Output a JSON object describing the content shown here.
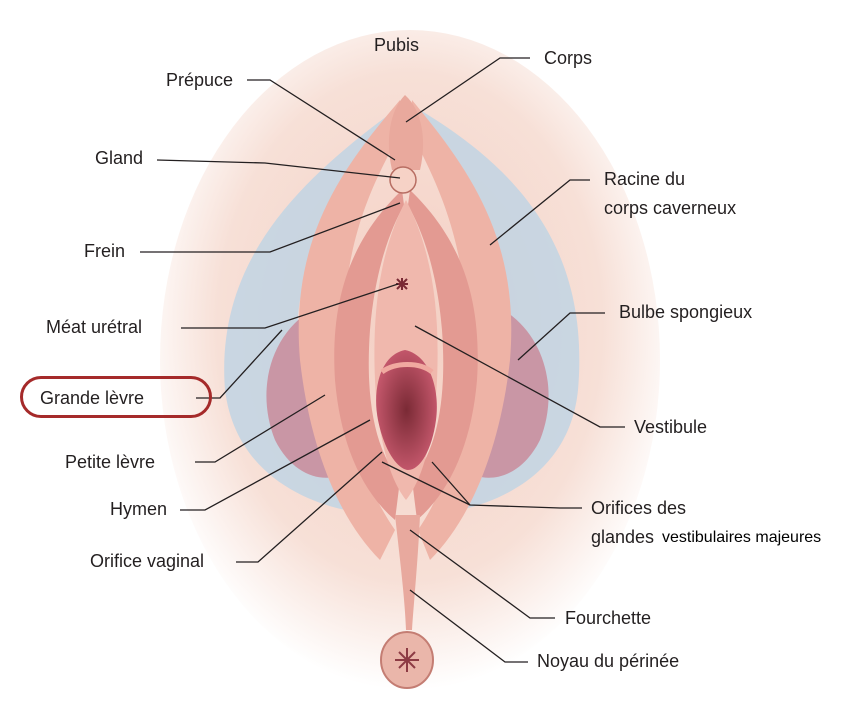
{
  "labels": {
    "pubis": "Pubis",
    "corps": "Corps",
    "prepuce": "Prépuce",
    "gland": "Gland",
    "racine_line1": "Racine du",
    "racine_line2": "corps caverneux",
    "frein": "Frein",
    "bulbe": "Bulbe spongieux",
    "meat": "Méat urétral",
    "grande_levre": "Grande lèvre",
    "vestibule": "Vestibule",
    "petite_levre": "Petite lèvre",
    "hymen": "Hymen",
    "orifices_line1": "Orifices des",
    "orifices_line2a": "glandes",
    "orifices_line2b": "vestibulaires majeures",
    "orifice_vaginal": "Orifice vaginal",
    "fourchette": "Fourchette",
    "noyau": "Noyau du périnée"
  },
  "colors": {
    "highlight": "#a52a2a",
    "skin": "#f3c9bb",
    "tissue": "#e79a94",
    "bulb": "#c98f9f",
    "blue_outline": "#9fc3dc",
    "leader": "#231f20"
  }
}
